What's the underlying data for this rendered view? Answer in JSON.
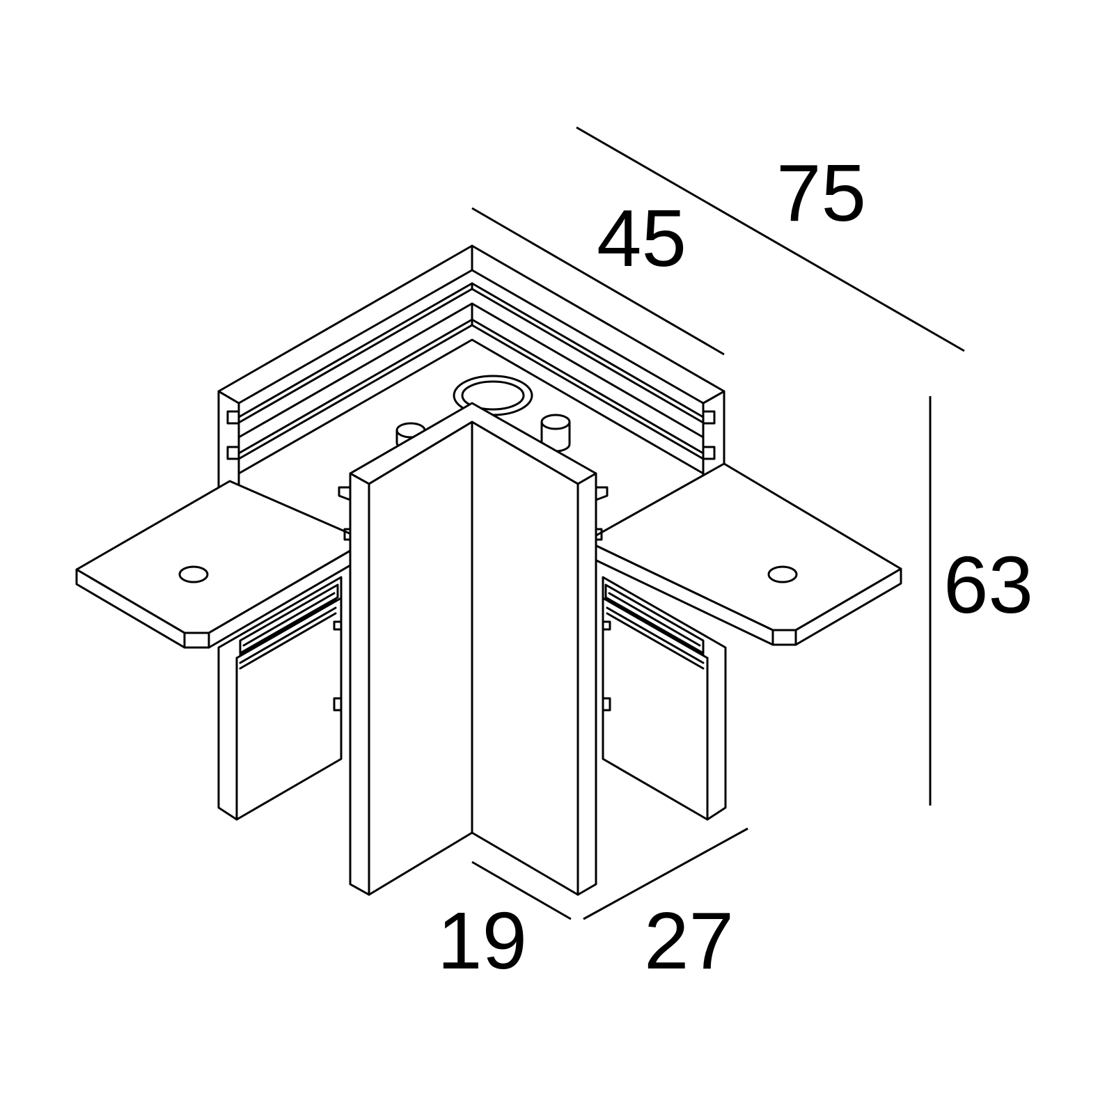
{
  "dimensions": {
    "width_long": "75",
    "width_short": "45",
    "height": "63",
    "depth_front": "19",
    "depth_side": "27"
  },
  "colors": {
    "line": "#000000",
    "background": "#ffffff"
  }
}
